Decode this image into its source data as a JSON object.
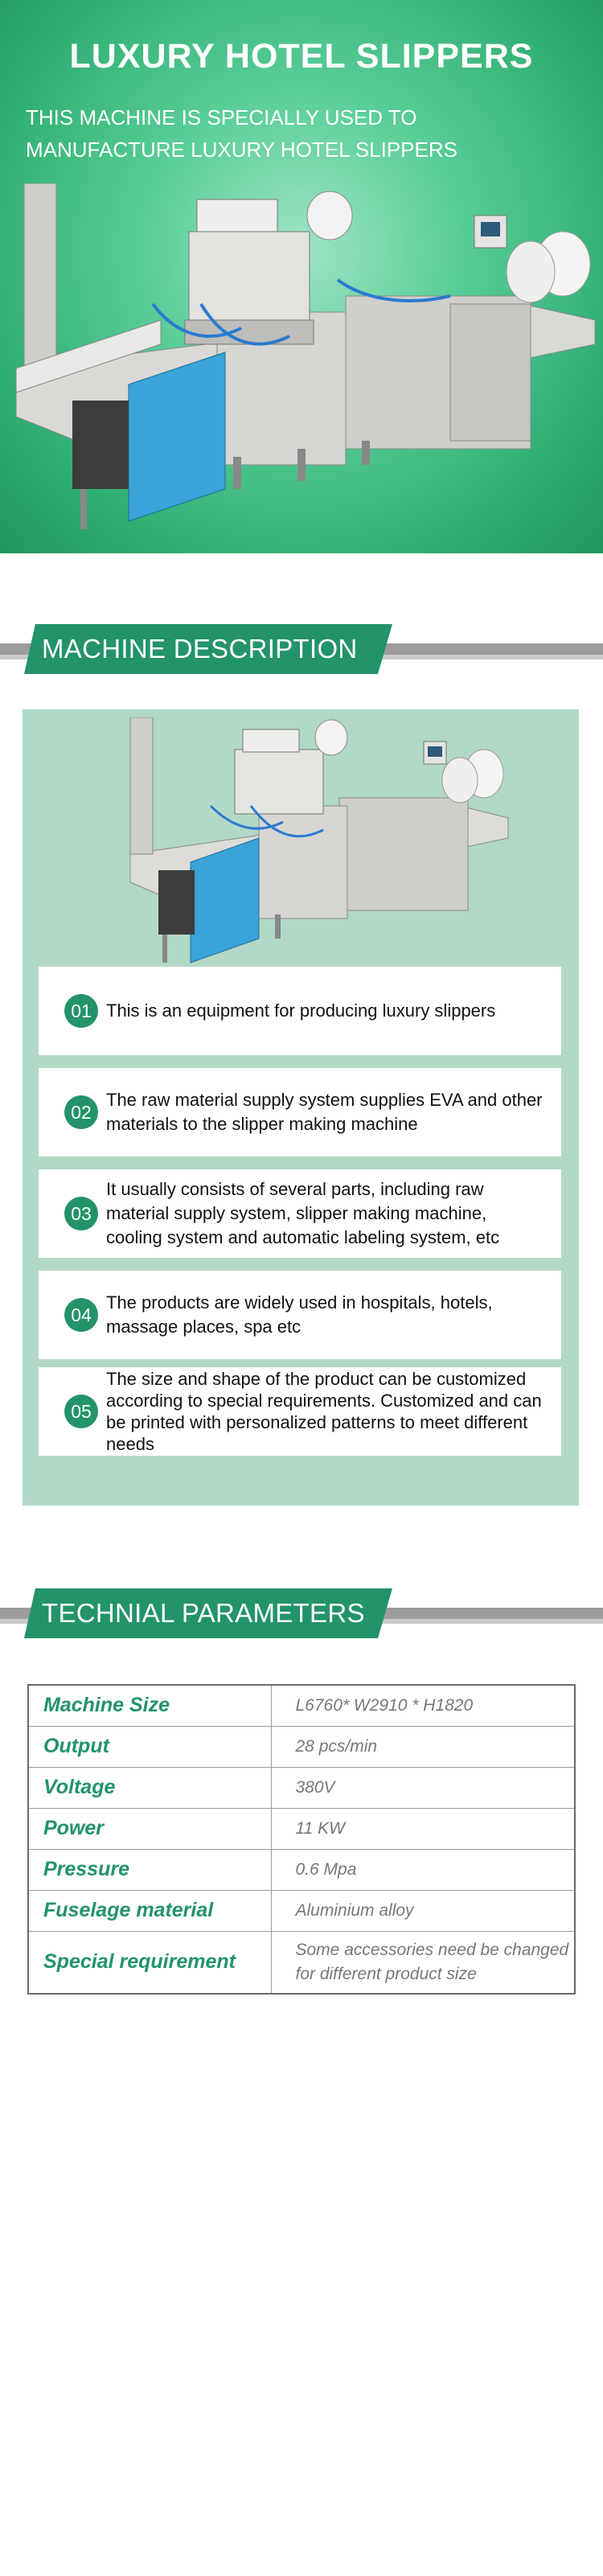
{
  "hero": {
    "title": "LUXURY HOTEL SLIPPERS",
    "subtitle_line1": "THIS MACHINE IS SPECIALLY USED TO",
    "subtitle_line2": "MANUFACTURE LUXURY HOTEL SLIPPERS"
  },
  "description": {
    "heading": "MACHINE DESCRIPTION",
    "features": [
      {
        "num": "01",
        "text": "This is an equipment for producing luxury slippers"
      },
      {
        "num": "02",
        "text": "The raw material supply system supplies EVA and other materials to the slipper making machine"
      },
      {
        "num": "03",
        "text": "It usually consists of several parts, including raw material supply system, slipper making machine, cooling system and automatic labeling system, etc"
      },
      {
        "num": "04",
        "text": "The products are widely used in hospitals, hotels, massage places, spa etc"
      },
      {
        "num": "05",
        "text": "The size and shape of the product can be customized according to special requirements. Customized and can be printed with personalized patterns to meet different needs"
      }
    ]
  },
  "parameters": {
    "heading": "TECHNIAL PARAMETERS",
    "rows": [
      {
        "key": "Machine Size",
        "value": "L6760* W2910 * H1820"
      },
      {
        "key": "Output",
        "value": "28 pcs/min"
      },
      {
        "key": "Voltage",
        "value": "380V"
      },
      {
        "key": "Power",
        "value": "11 KW"
      },
      {
        "key": "Pressure",
        "value": "0.6 Mpa"
      },
      {
        "key": "Fuselage material",
        "value": "Aluminium alloy"
      },
      {
        "key": "Special requirement",
        "value": "Some accessories need be changed for different product size"
      }
    ]
  },
  "colors": {
    "brand_green": "#23936a",
    "panel_green": "#b2d9c5",
    "hero_green": "#5ccf9a"
  }
}
